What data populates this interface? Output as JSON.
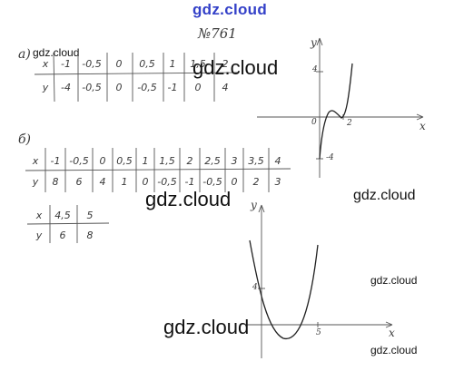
{
  "header": {
    "watermark": "gdz.cloud",
    "problem_number": "№761"
  },
  "part_a": {
    "label": "а)",
    "x_label": "x",
    "y_label": "y",
    "x_values": [
      "-1",
      "-0,5",
      "0",
      "0,5",
      "1",
      "1,5",
      "2"
    ],
    "y_values": [
      "-4",
      "-0,5",
      "0",
      "-0,5",
      "-1",
      "0",
      "4"
    ]
  },
  "part_b": {
    "label": "б)",
    "x_label": "x",
    "y_label": "y",
    "x_values": [
      "-1",
      "-0,5",
      "0",
      "0,5",
      "1",
      "1,5",
      "2",
      "2,5",
      "3",
      "3,5",
      "4"
    ],
    "y_values": [
      "8",
      "6",
      "4",
      "1",
      "0",
      "-0,5",
      "-1",
      "-0,5",
      "0",
      "2",
      "3"
    ],
    "x_values_2": [
      "4,5",
      "5"
    ],
    "y_values_2": [
      "6",
      "8"
    ]
  },
  "graph_a": {
    "y_axis": "y",
    "x_axis": "x",
    "tick_y_pos": "4",
    "tick_y_neg": "-4",
    "tick_x": "2",
    "origin": "0"
  },
  "graph_b": {
    "y_axis": "y",
    "x_axis": "x",
    "tick_y": "4",
    "tick_x": "5"
  },
  "watermarks": [
    "gdz.cloud",
    "gdz.cloud",
    "gdz.cloud",
    "gdz.cloud",
    "gdz.cloud",
    "gdz.cloud",
    "gdz.cloud"
  ]
}
